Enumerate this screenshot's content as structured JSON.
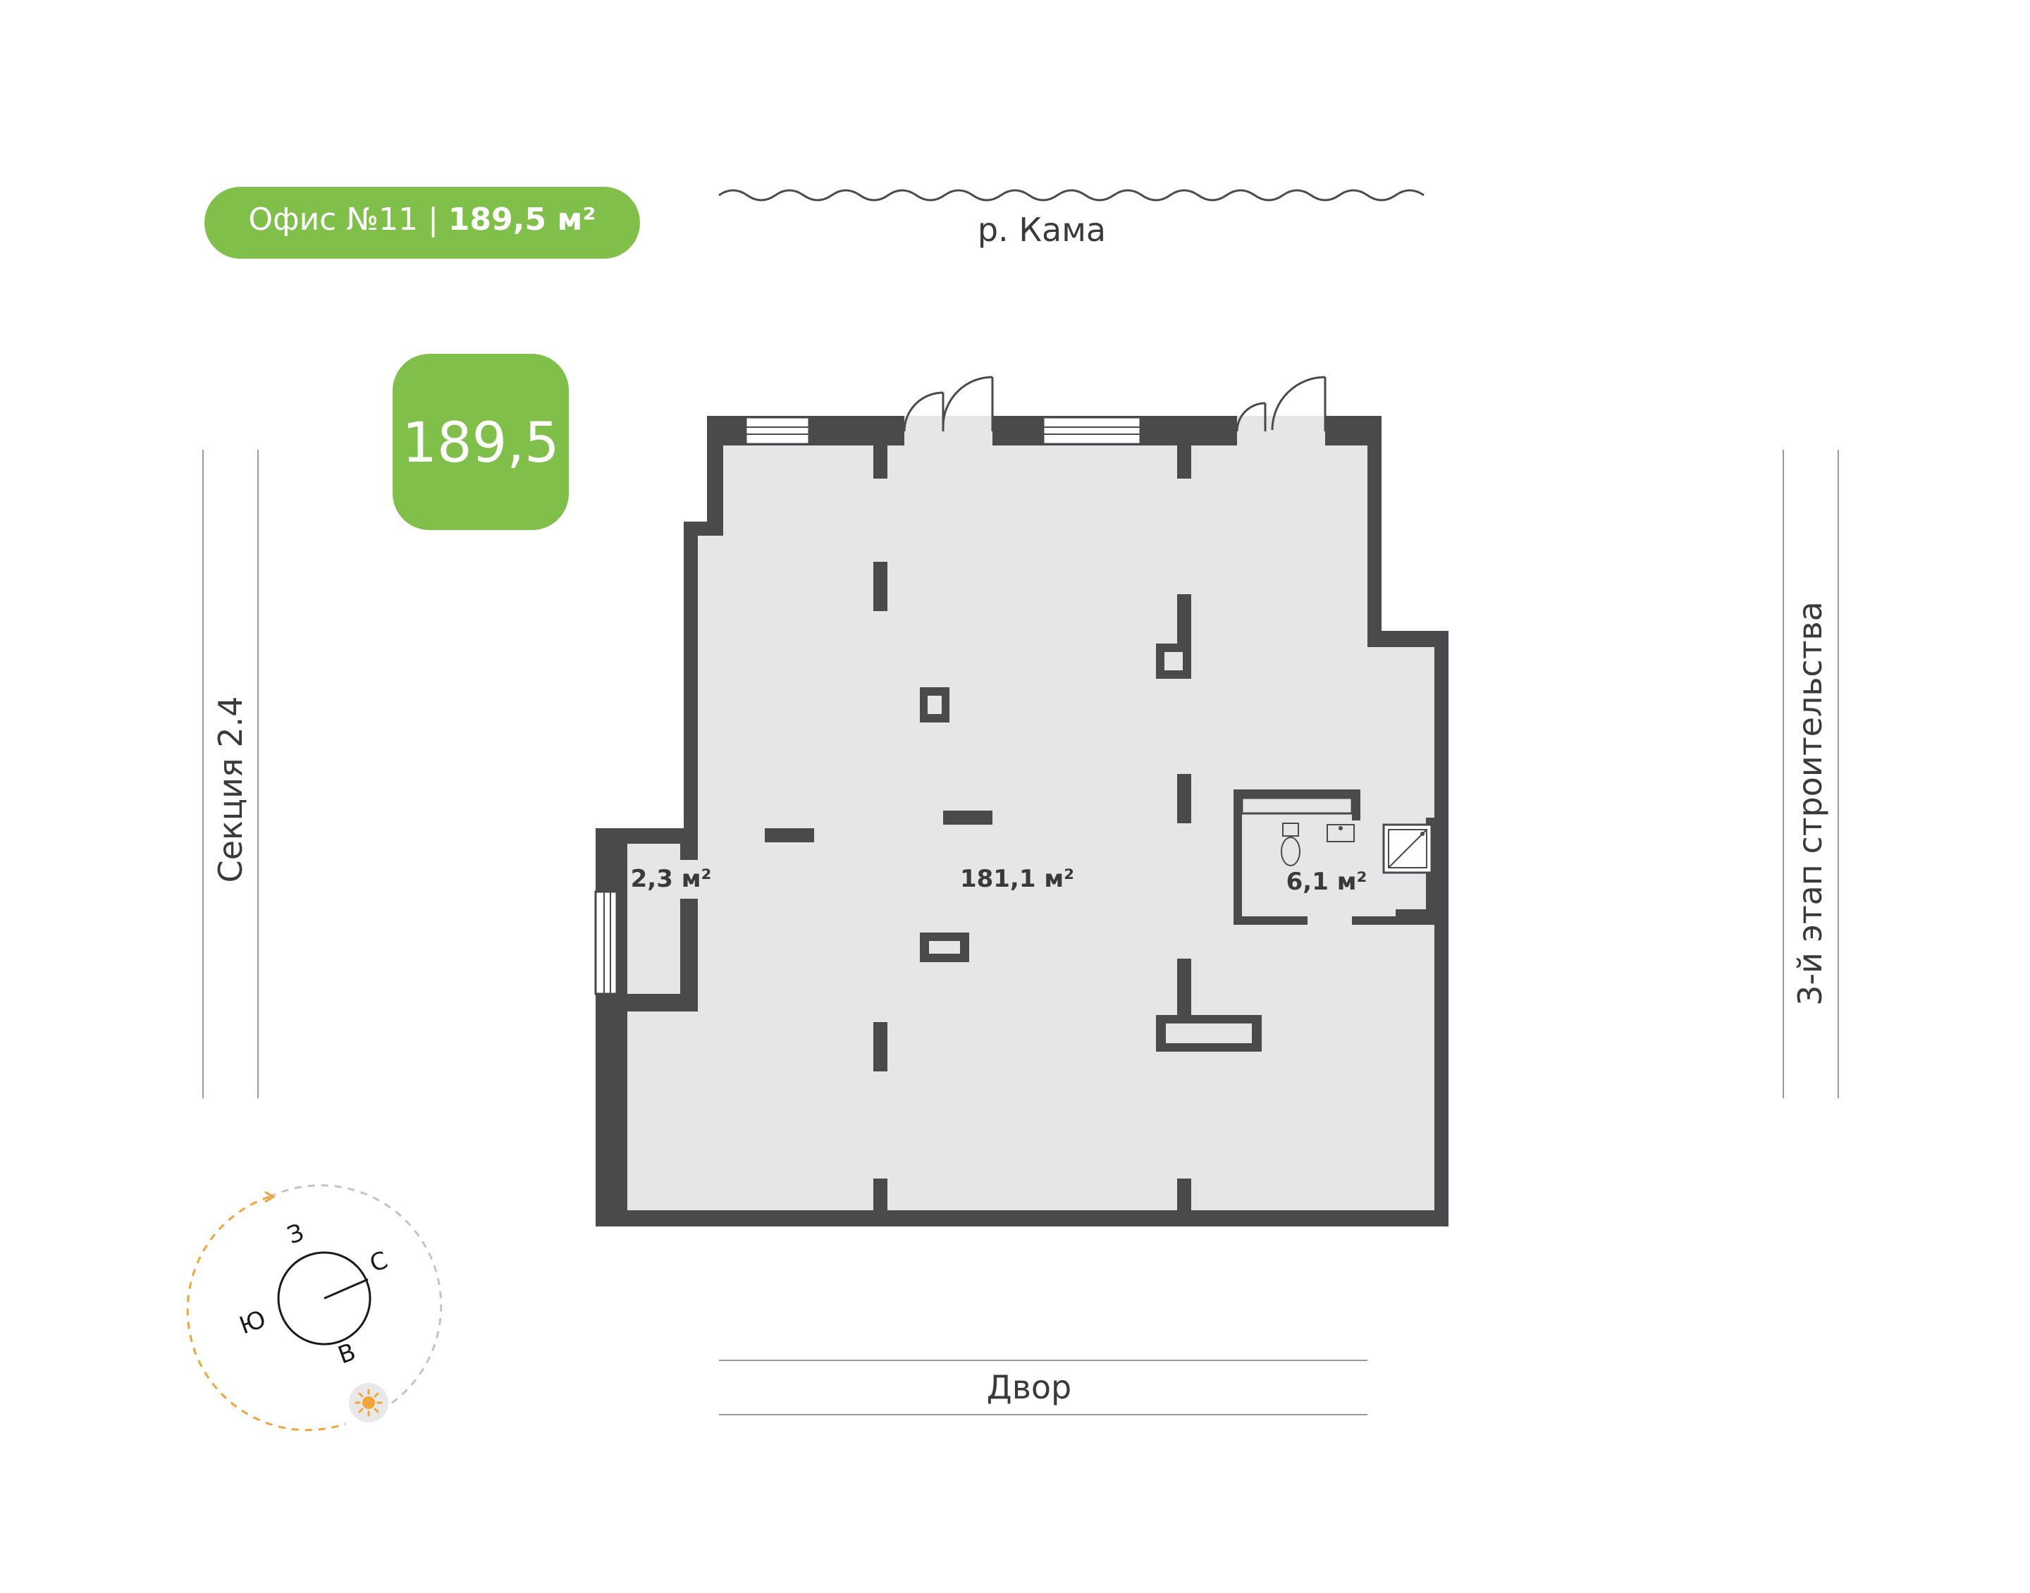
{
  "header": {
    "office_label": "Офис №11 |",
    "office_area": "189,5 м²",
    "total_area_badge": "189,5"
  },
  "surroundings": {
    "north": "р. Кама",
    "south": "Двор",
    "west": "Секция 2.4",
    "east": "3-й этап строительства"
  },
  "rooms": [
    {
      "id": "main-hall",
      "area": "181,1 м²"
    },
    {
      "id": "balcony",
      "area": "2,3 м²"
    },
    {
      "id": "bathroom",
      "area": "6,1 м²"
    }
  ],
  "compass": {
    "west": "З",
    "north": "С",
    "south": "Ю",
    "east": "В",
    "sun_icon": "sun-icon"
  },
  "colors": {
    "brand_green": "#80c04a",
    "wall": "#4a4a4c",
    "floor": "#e6e6e8",
    "sun_path": "#f0a43a",
    "guide_line": "#9a9a9a",
    "text": "#3a3a3c"
  }
}
